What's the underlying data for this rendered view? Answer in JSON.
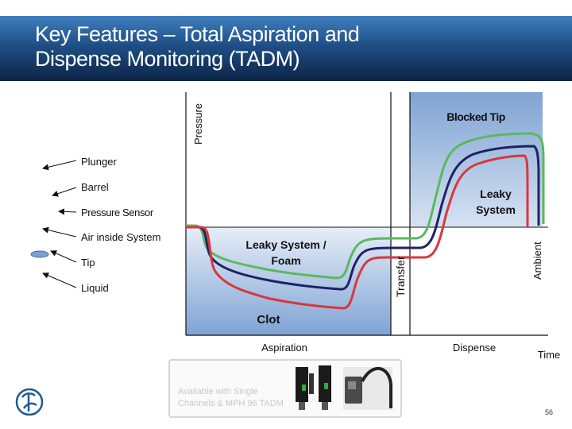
{
  "slide": {
    "title_line1": "Key Features – Total Aspiration and",
    "title_line2": "Dispense Monitoring (TADM)",
    "page_number": "56"
  },
  "legend": {
    "items": [
      "Plunger",
      "Barrel",
      "Pressure Sensor",
      "Air inside System",
      "Tip",
      "Liquid"
    ]
  },
  "diagram": {
    "y_axis_label": "Pressure",
    "x_axis_label": "Time",
    "ambient_label": "Ambient",
    "transfer_label": "Transfer",
    "phase_aspiration": "Aspiration",
    "phase_dispense": "Dispense",
    "region_blocked_tip": "Blocked Tip",
    "region_leaky_system_line1": "Leaky",
    "region_leaky_system_line2": "System",
    "region_leaky_foam_line1": "Leaky System /",
    "region_leaky_foam_line2": "Foam",
    "region_clot": "Clot",
    "colors": {
      "region_fill": "#bcd0ea",
      "green_curve": "#5cb85c",
      "navy_curve": "#1f2266",
      "red_curve": "#d9363e"
    }
  },
  "product": {
    "availability_line1": "Available with Single",
    "availability_line2": "Channels & MPH 96 TADM"
  }
}
